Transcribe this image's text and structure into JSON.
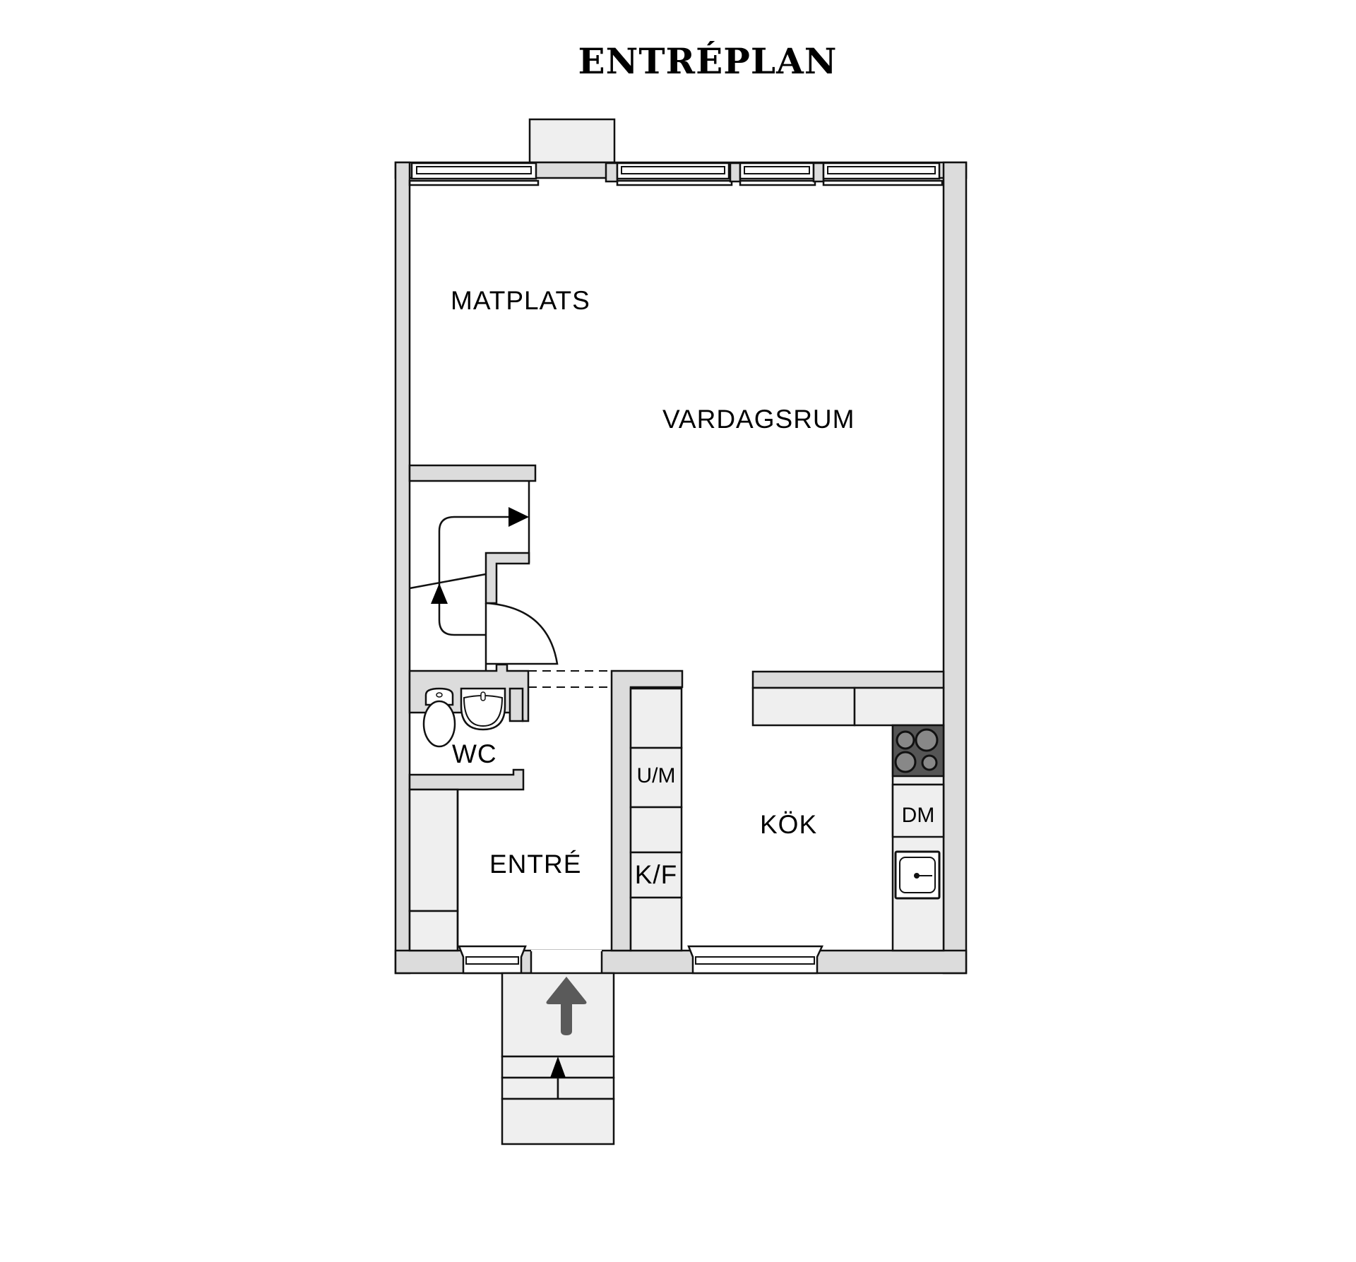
{
  "title": "ENTRÉPLAN",
  "rooms": {
    "matplats": "MATPLATS",
    "vardagsrum": "VARDAGSRUM",
    "wc": "WC",
    "entre": "ENTRÉ",
    "kok": "KÖK"
  },
  "fixtures": {
    "um": "U/M",
    "kf": "K/F",
    "dm": "DM"
  },
  "colors": {
    "wall": "#dcdcdc",
    "fixture": "#efefef",
    "stove": "#555555",
    "entry_arrow": "#5a5a5a",
    "outline": "#111111"
  },
  "icons": {
    "stair_arrow": "stair-direction-arrow",
    "entry_arrow": "entry-arrow",
    "stove": "stove-icon",
    "sink": "sink-icon",
    "toilet": "toilet-icon",
    "washbasin": "washbasin-icon"
  }
}
